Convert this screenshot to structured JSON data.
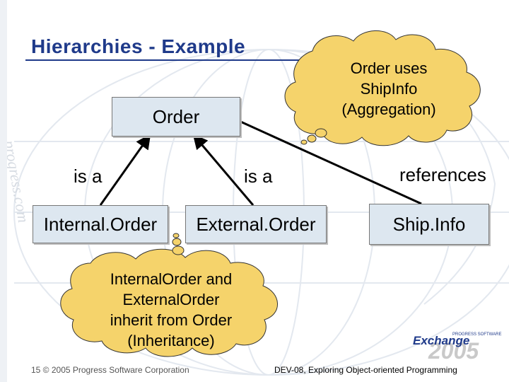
{
  "slide": {
    "title": "Hierarchies - Example",
    "cloud_aggregation": [
      "Order uses",
      "ShipInfo",
      "(Aggregation)"
    ],
    "cloud_inheritance": [
      "InternalOrder and",
      "ExternalOrder",
      "inherit from Order",
      "(Inheritance)"
    ]
  },
  "diagram": {
    "order": "Order",
    "internal_order": "Internal.Order",
    "external_order": "External.Order",
    "ship_info": "Ship.Info",
    "is_a_left": "is a",
    "is_a_right": "is a",
    "references": "references"
  },
  "footer": {
    "left": "15 © 2005 Progress Software Corporation",
    "right": "DEV-08, Exploring Object-oriented Programming"
  },
  "logo": {
    "exchange": "Exchange",
    "year": "2005",
    "tag": "PROGRESS SOFTWARE"
  },
  "colors": {
    "title": "#1f3a8a",
    "box_fill": "#dde7f0",
    "cloud_fill": "#f5d36b",
    "background_globe": "#e3e8ef"
  },
  "icons": [
    "globe-background",
    "exchange-2005-logo"
  ]
}
